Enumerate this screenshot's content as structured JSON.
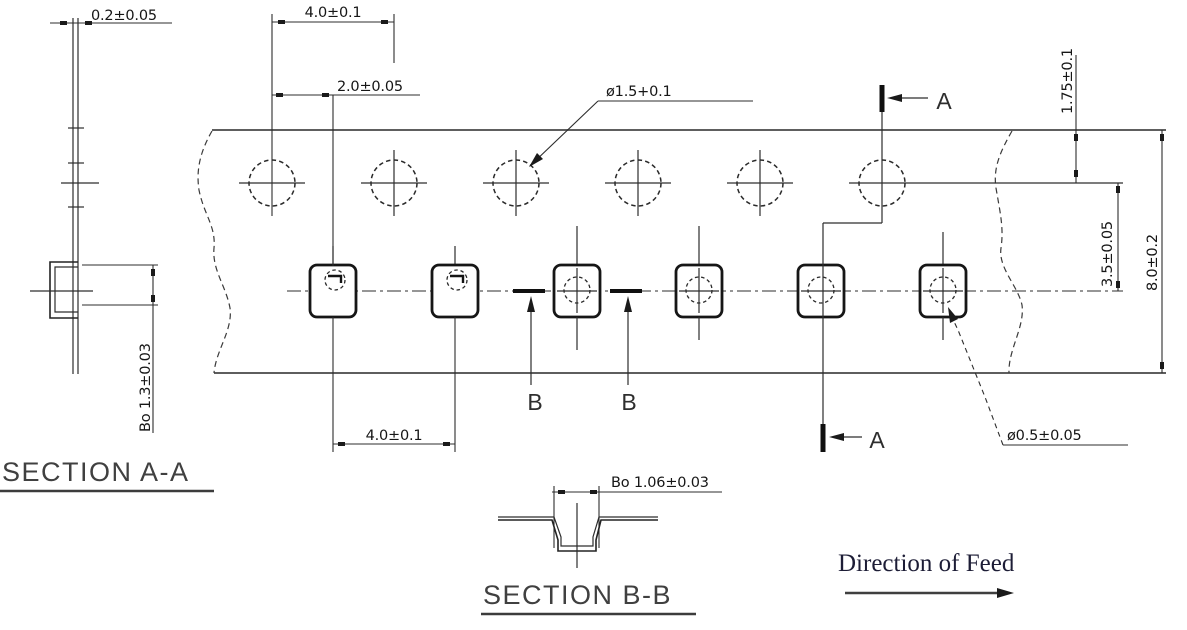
{
  "labels": {
    "dim_tape_thickness": "0.2±0.05",
    "dim_sprocket_pitch": "4.0±0.1",
    "dim_sprocket_to_pocket": "2.0±0.05",
    "dim_sprocket_hole": "ø1.5+0.1",
    "dim_edge_to_sprocket": "1.75±0.1",
    "dim_sprocket_to_pocket_center": "3.5±0.05",
    "dim_tape_width": "8.0±0.2",
    "dim_pocket_depth": "Bo 1.3±0.03",
    "dim_pocket_pitch": "4.0±0.1",
    "dim_pocket_hole": "ø0.5±0.05",
    "dim_pocket_bottom_width": "Bo 1.06±0.03",
    "section_a_title": "SECTION A-A",
    "section_b_title": "SECTION B-B",
    "cut_a": "A",
    "cut_b": "B",
    "feed": "Direction of Feed"
  },
  "drawing_colors": {
    "line": "#2d2d2d",
    "feed_text": "#1d1d36",
    "background": "#ffffff"
  }
}
